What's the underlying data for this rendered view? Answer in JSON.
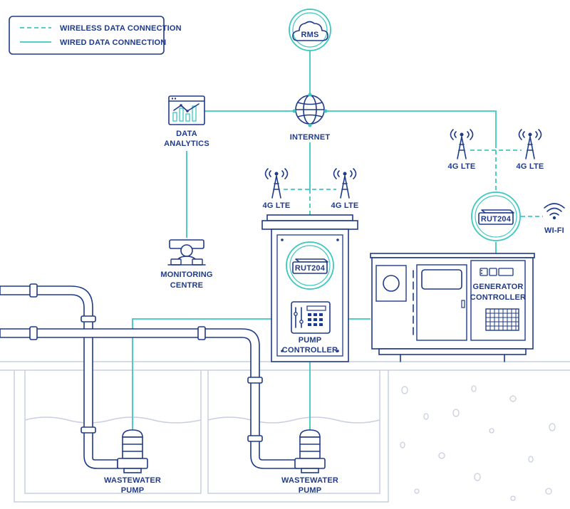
{
  "legend": {
    "wireless": "WIRELESS DATA CONNECTION",
    "wired": "WIRED DATA CONNECTION"
  },
  "nodes": {
    "rms": "RMS",
    "internet": "INTERNET",
    "data_analytics": [
      "DATA",
      "ANALYTICS"
    ],
    "monitoring_centre": [
      "MONITORING",
      "CENTRE"
    ],
    "lte_left_a": "4G LTE",
    "lte_left_b": "4G LTE",
    "lte_right_a": "4G LTE",
    "lte_right_b": "4G LTE",
    "router_left": "RUT204",
    "router_right": "RUT204",
    "wifi": "WI-FI",
    "pump_controller": [
      "PUMP",
      "CONTROLLER"
    ],
    "generator_controller": [
      "GENERATOR",
      "CONTROLLER"
    ],
    "pump_left": [
      "WASTEWATER",
      "PUMP"
    ],
    "pump_right": [
      "WASTEWATER",
      "PUMP"
    ]
  },
  "colors": {
    "line_art": "#1e3a8a",
    "connection": "#3cc7c0",
    "ground": "#c9cfe0"
  }
}
